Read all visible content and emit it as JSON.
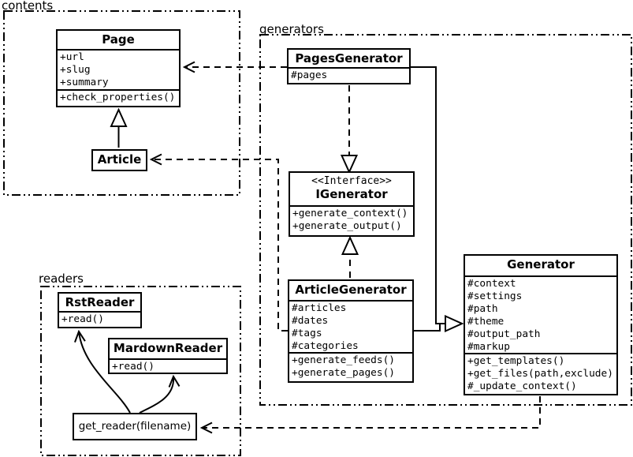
{
  "diagram": {
    "packages": {
      "contents": {
        "label": "contents"
      },
      "generators": {
        "label": "generators"
      },
      "readers": {
        "label": "readers"
      }
    },
    "classes": {
      "page": {
        "name": "Page",
        "attributes": [
          "+url",
          "+slug",
          "+summary"
        ],
        "methods": [
          "+check_properties()"
        ]
      },
      "article": {
        "name": "Article"
      },
      "pages_generator": {
        "name": "PagesGenerator",
        "attributes": [
          "#pages"
        ]
      },
      "igenerator": {
        "stereotype": "<<Interface>>",
        "name": "IGenerator",
        "methods": [
          "+generate_context()",
          "+generate_output()"
        ]
      },
      "article_generator": {
        "name": "ArticleGenerator",
        "attributes": [
          "#articles",
          "#dates",
          "#tags",
          "#categories"
        ],
        "methods": [
          "+generate_feeds()",
          "+generate_pages()"
        ]
      },
      "generator": {
        "name": "Generator",
        "attributes": [
          "#context",
          "#settings",
          "#path",
          "#theme",
          "#output_path",
          "#markup"
        ],
        "methods": [
          "+get_templates()",
          "+get_files(path,exclude)",
          "#_update_context()"
        ]
      },
      "rst_reader": {
        "name": "RstReader",
        "methods": [
          "+read()"
        ]
      },
      "mardown_reader": {
        "name": "MardownReader",
        "methods": [
          "+read()"
        ]
      }
    },
    "nodes": {
      "get_reader": {
        "label": "get_reader(filename)"
      }
    },
    "colors": {
      "line": "#000000",
      "background": "#ffffff"
    }
  }
}
